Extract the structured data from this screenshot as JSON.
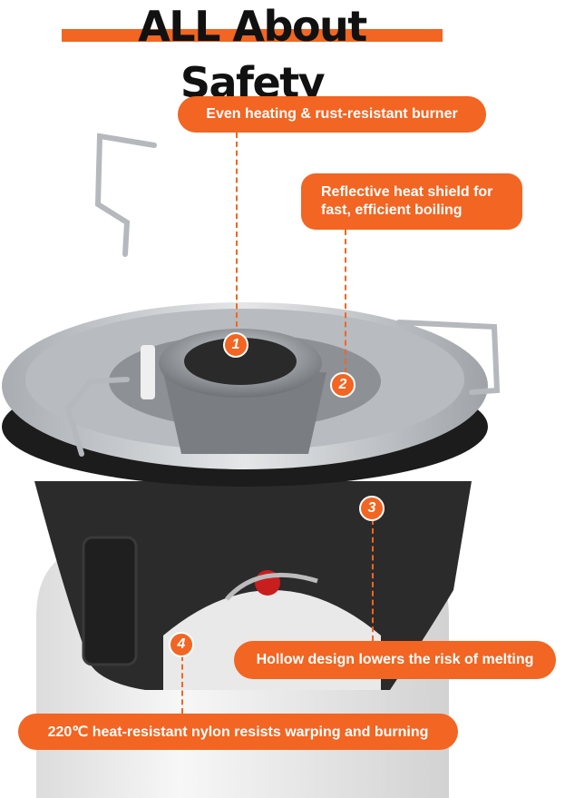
{
  "title": "ALL About Safety",
  "callouts": [
    {
      "number": "1",
      "text": "Even heating & rust-resistant burner"
    },
    {
      "number": "2",
      "text": "Reflective heat shield for fast, efficient boiling"
    },
    {
      "number": "3",
      "text": "Hollow design lowers the risk of melting"
    },
    {
      "number": "4",
      "text": "220℃ heat-resistant nylon resists warping and burning"
    }
  ],
  "colors": {
    "accent": "#f26522",
    "title": "#111111",
    "base": "#2b2b2b",
    "steel": "#c9ccd0"
  }
}
